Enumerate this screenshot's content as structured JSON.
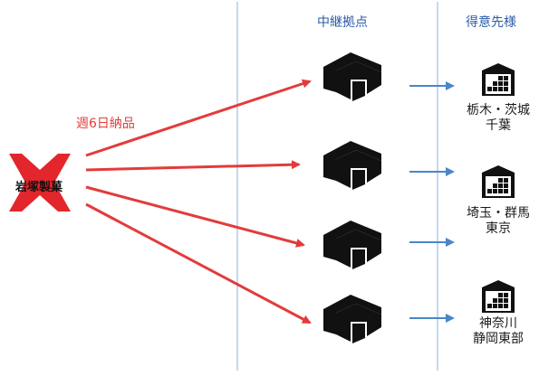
{
  "columns": {
    "hubs_title": "中継拠点",
    "customers_title": "得意先様"
  },
  "brand": {
    "logo_text": "岩塚製菓"
  },
  "delivery_label": "週6日納品",
  "destinations": [
    {
      "line1": "栃木・茨城",
      "line2": "千葉"
    },
    {
      "line1": "埼玉・群馬",
      "line2": "東京"
    },
    {
      "line1": "神奈川",
      "line2": "静岡東部"
    }
  ],
  "colors": {
    "red_arrow": "#e33b3b",
    "blue_arrow": "#4a86c8",
    "divider": "#9dbfe3",
    "title_blue": "#2b5ba8",
    "logo_red": "#e3262b"
  },
  "icons": {
    "hub": "warehouse-icon",
    "customer": "factory-icon",
    "logo": "company-logo-icon"
  }
}
